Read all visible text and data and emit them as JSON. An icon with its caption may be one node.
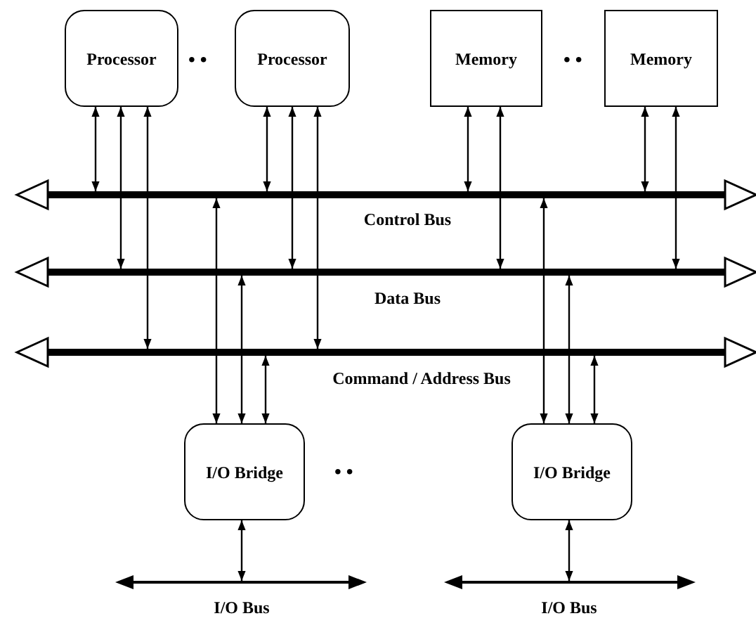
{
  "diagram": {
    "nodes": [
      {
        "text": [
          "Processor"
        ]
      },
      {
        "text": [
          "Processor"
        ]
      },
      {
        "text": [
          "Memory"
        ]
      },
      {
        "text": [
          "Memory"
        ]
      },
      {
        "text": [],
        "shape": "bar",
        "beside": [
          "Control Bus"
        ]
      },
      {
        "text": [],
        "shape": "bar",
        "beside": [
          "Data Bus"
        ]
      },
      {
        "text": [],
        "shape": "bar",
        "beside": [
          "Command / Address Bus"
        ]
      },
      {
        "text": [
          "I/O Bridge"
        ]
      },
      {
        "text": [
          "I/O Bridge"
        ]
      },
      {
        "text": [],
        "shape": "bar",
        "beside": [
          "I/O Bus"
        ]
      },
      {
        "text": [],
        "shape": "bar",
        "beside": [
          "I/O Bus"
        ]
      }
    ],
    "edges": [
      {
        "from": 0,
        "to": 4,
        "arrow": "both"
      },
      {
        "from": 0,
        "to": 5,
        "arrow": "both"
      },
      {
        "from": 0,
        "to": 6,
        "arrow": "both"
      },
      {
        "from": 1,
        "to": 4,
        "arrow": "both"
      },
      {
        "from": 1,
        "to": 5,
        "arrow": "both"
      },
      {
        "from": 1,
        "to": 6,
        "arrow": "both"
      },
      {
        "from": 2,
        "to": 4,
        "arrow": "both"
      },
      {
        "from": 2,
        "to": 5,
        "arrow": "both"
      },
      {
        "from": 3,
        "to": 4,
        "arrow": "both"
      },
      {
        "from": 3,
        "to": 5,
        "arrow": "both"
      },
      {
        "from": 4,
        "to": 7,
        "arrow": "both"
      },
      {
        "from": 5,
        "to": 7,
        "arrow": "both"
      },
      {
        "from": 6,
        "to": 7,
        "arrow": "both"
      },
      {
        "from": 4,
        "to": 8,
        "arrow": "both"
      },
      {
        "from": 5,
        "to": 8,
        "arrow": "both"
      },
      {
        "from": 6,
        "to": 8,
        "arrow": "both"
      },
      {
        "from": 7,
        "to": 9,
        "arrow": "both"
      },
      {
        "from": 8,
        "to": 10,
        "arrow": "both"
      }
    ],
    "labels": [
      "• •",
      "• •",
      "• •"
    ]
  }
}
